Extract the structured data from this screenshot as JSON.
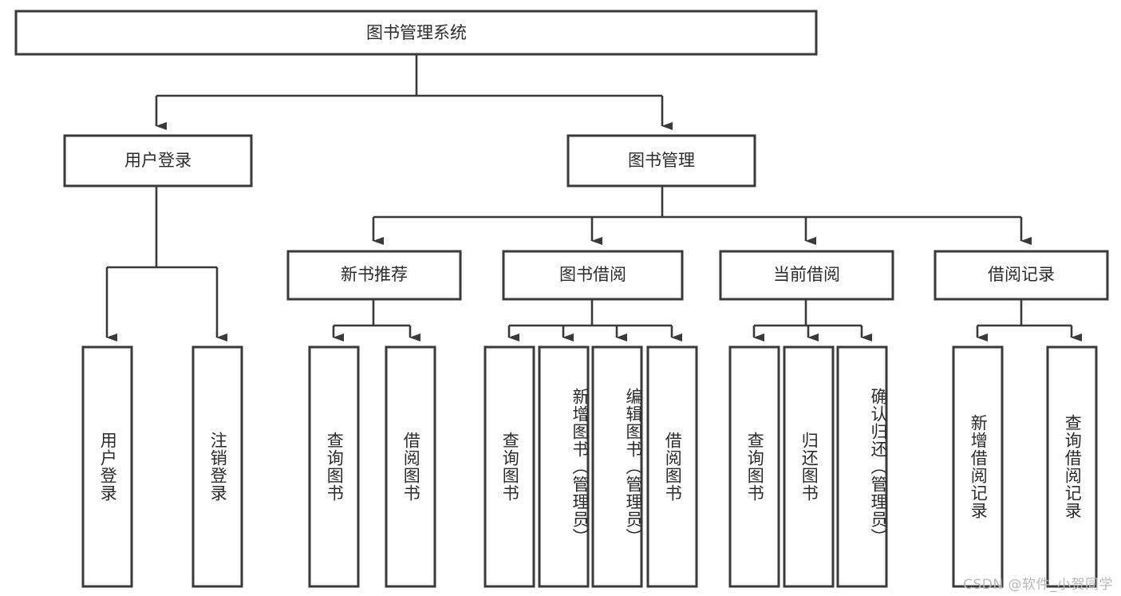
{
  "diagram": {
    "title": "图书管理系统",
    "type": "tree",
    "orientation": "top-down",
    "colors": {
      "box_fill": "#ffffff",
      "box_stroke": "#3a3a3a",
      "connector": "#3a3a3a",
      "label": "#2b2b2b",
      "watermark": "#b9b9b9"
    },
    "root": {
      "label": "图书管理系统"
    },
    "level2": [
      {
        "label": "用户登录"
      },
      {
        "label": "图书管理"
      }
    ],
    "level3": [
      {
        "label": "新书推荐"
      },
      {
        "label": "图书借阅"
      },
      {
        "label": "当前借阅"
      },
      {
        "label": "借阅记录"
      }
    ],
    "leaves": {
      "user_login": [
        {
          "label": "用户登录"
        },
        {
          "label": "注销登录"
        }
      ],
      "new_book_recommend": [
        {
          "label": "查询图书"
        },
        {
          "label": "借阅图书"
        }
      ],
      "book_borrow": [
        {
          "label": "查询图书"
        },
        {
          "label": "新增图书（管理员）"
        },
        {
          "label": "编辑图书（管理员）"
        },
        {
          "label": "借阅图书"
        }
      ],
      "current_borrow": [
        {
          "label": "查询图书"
        },
        {
          "label": "归还图书"
        },
        {
          "label": "确认归还（管理员）"
        }
      ],
      "borrow_record": [
        {
          "label": "新增借阅记录"
        },
        {
          "label": "查询借阅记录"
        }
      ]
    }
  },
  "watermark": {
    "text": "CSDN @软件_小贺同学"
  }
}
